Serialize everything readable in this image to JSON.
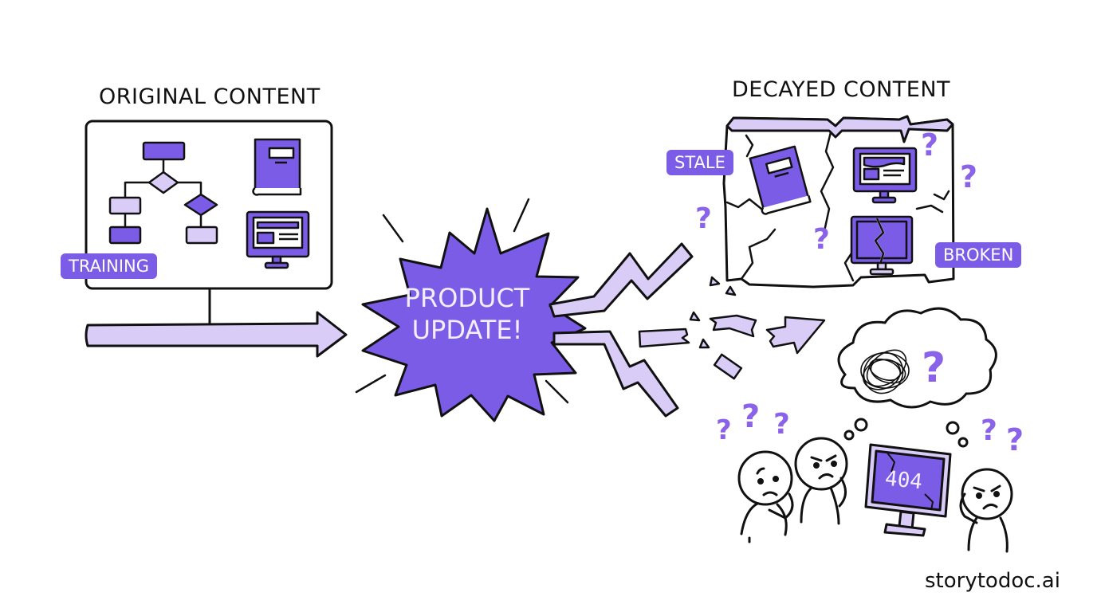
{
  "diagram": {
    "left_panel": {
      "title": "ORIGINAL CONTENT",
      "tag": "TRAINING",
      "icons": [
        "flowchart-icon",
        "book-icon",
        "monitor-icon"
      ]
    },
    "center": {
      "burst_line1": "PRODUCT",
      "burst_line2": "UPDATE!"
    },
    "right_panel": {
      "title": "DECAYED CONTENT",
      "tags": {
        "stale": "STALE",
        "broken": "BROKEN"
      },
      "icons": [
        "book-icon",
        "monitor-icon",
        "broken-monitor-icon"
      ]
    },
    "confused_users": {
      "screen_text": "404",
      "question_mark": "?"
    },
    "brand": "storytodoc.ai"
  },
  "colors": {
    "accent": "#7b5ce6",
    "accent_light": "#d9ccf7",
    "ink": "#111111",
    "background": "#ffffff"
  }
}
